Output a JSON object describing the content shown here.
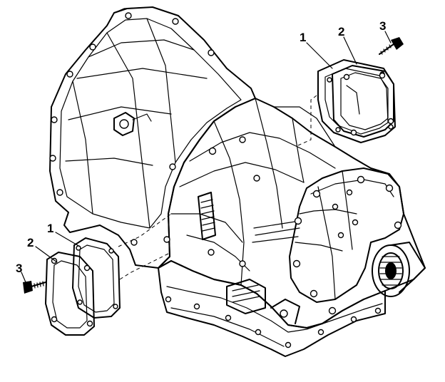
{
  "diagram": {
    "subject": "transmission-assembly",
    "callouts": [
      {
        "id": "right-gasket",
        "label": "1"
      },
      {
        "id": "right-cover",
        "label": "2"
      },
      {
        "id": "right-bolt",
        "label": "3"
      },
      {
        "id": "left-gasket",
        "label": "1"
      },
      {
        "id": "left-cover",
        "label": "2"
      },
      {
        "id": "left-bolt",
        "label": "3"
      }
    ],
    "colors": {
      "ink": "#000000",
      "paper": "#ffffff"
    }
  }
}
